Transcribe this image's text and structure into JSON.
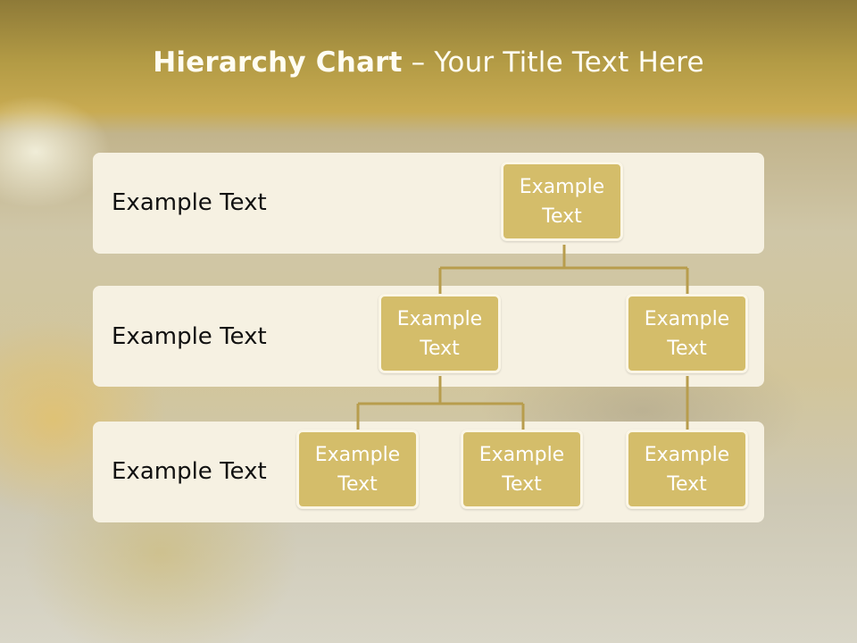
{
  "title": {
    "bold": "Hierarchy Chart",
    "rest": " – Your Title Text Here"
  },
  "levels": [
    {
      "label": "Example Text"
    },
    {
      "label": "Example Text"
    },
    {
      "label": "Example Text"
    }
  ],
  "nodes": {
    "root": "Example Text",
    "l2_left": "Example Text",
    "l2_right": "Example Text",
    "l3_a": "Example Text",
    "l3_b": "Example Text",
    "l3_c": "Example Text"
  },
  "colors": {
    "node_fill": "#d4bd6a",
    "connector": "#b89d4d",
    "band": "#f6f1e2"
  }
}
